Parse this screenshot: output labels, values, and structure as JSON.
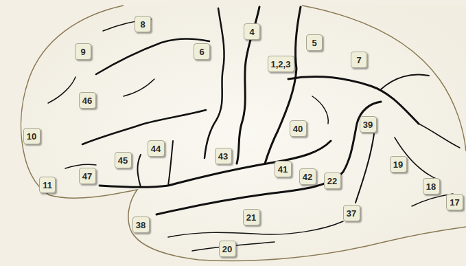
{
  "diagram": {
    "nodes": [
      {
        "text": [
          "8"
        ]
      },
      {
        "text": [
          "4"
        ]
      },
      {
        "text": [
          "5"
        ]
      },
      {
        "text": [
          "9"
        ]
      },
      {
        "text": [
          "6"
        ]
      },
      {
        "text": [
          "7"
        ]
      },
      {
        "text": [
          "1,2,3"
        ]
      },
      {
        "text": [
          "46"
        ]
      },
      {
        "text": [
          "39"
        ]
      },
      {
        "text": [
          "40"
        ]
      },
      {
        "text": [
          "10"
        ]
      },
      {
        "text": [
          "44"
        ]
      },
      {
        "text": [
          "43"
        ]
      },
      {
        "text": [
          "45"
        ]
      },
      {
        "text": [
          "19"
        ]
      },
      {
        "text": [
          "41"
        ]
      },
      {
        "text": [
          "47"
        ]
      },
      {
        "text": [
          "42"
        ]
      },
      {
        "text": [
          "22"
        ]
      },
      {
        "text": [
          "11"
        ]
      },
      {
        "text": [
          "18"
        ]
      },
      {
        "text": [
          "17"
        ]
      },
      {
        "text": [
          "37"
        ]
      },
      {
        "text": [
          "21"
        ]
      },
      {
        "text": [
          "38"
        ]
      },
      {
        "text": [
          "20"
        ]
      }
    ]
  }
}
